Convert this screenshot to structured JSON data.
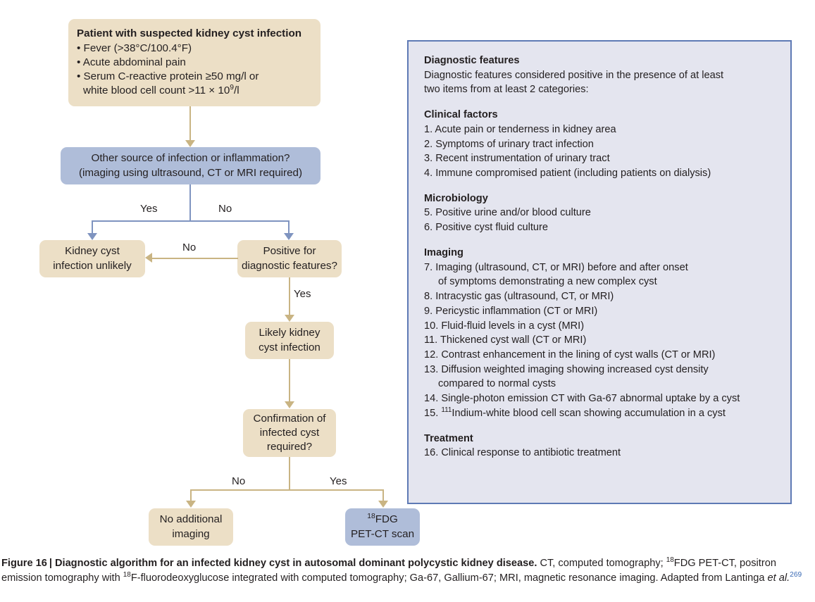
{
  "figure": {
    "label": "Figure 16",
    "separator": "|",
    "title": "Diagnostic algorithm for an infected kidney cyst in autosomal dominant polycystic kidney disease.",
    "legend_part1": " CT, computed tomography; ",
    "legend_fdg_sup": "18",
    "legend_part2": "FDG PET-CT, positron emission tomography with ",
    "legend_f_sup": "18",
    "legend_part3": "F-fluorodeoxyglucose integrated with computed tomography; Ga-67, Gallium-67; MRI, magnetic resonance imaging. Adapted from Lantinga ",
    "legend_italic": "et al.",
    "reference": "269"
  },
  "flowchart": {
    "nodes": {
      "start": {
        "type": "tan",
        "title": "Patient with suspected kidney cyst infection",
        "bullets": [
          "• Fever (>38°C/100.4°F)",
          "• Acute abdominal pain",
          "• Serum C-reactive protein ≥50 mg/l or"
        ],
        "bullet_cont": "white blood cell count >11 × 10",
        "bullet_cont_sup": "9",
        "bullet_cont_end": "/l"
      },
      "other_source": {
        "type": "blue",
        "line1": "Other source of infection or inflammation?",
        "line2": "(imaging using ultrasound, CT or MRI required)"
      },
      "unlikely": {
        "type": "tan",
        "line1": "Kidney cyst",
        "line2": "infection unlikely"
      },
      "positive_features": {
        "type": "tan",
        "line1": "Positive for",
        "line2": "diagnostic features?"
      },
      "likely": {
        "type": "tan",
        "line1": "Likely kidney",
        "line2": "cyst infection"
      },
      "confirmation": {
        "type": "tan",
        "line1": "Confirmation of",
        "line2": "infected cyst",
        "line3": "required?"
      },
      "no_imaging": {
        "type": "tan",
        "line1": "No additional",
        "line2": "imaging"
      },
      "petct": {
        "type": "blue",
        "sup": "18",
        "line1_rest": "FDG",
        "line2": "PET-CT scan"
      }
    },
    "edge_labels": {
      "other_yes": "Yes",
      "other_no": "No",
      "features_no": "No",
      "features_yes": "Yes",
      "confirm_no": "No",
      "confirm_yes": "Yes"
    }
  },
  "panel": {
    "heading": "Diagnostic features",
    "intro_line1": "Diagnostic features considered positive in the presence of at least",
    "intro_line2": "two items from at least 2 categories:",
    "sections": [
      {
        "name": "Clinical factors",
        "items": [
          "1. Acute pain or tenderness in kidney area",
          "2. Symptoms of urinary tract infection",
          "3. Recent instrumentation of urinary tract",
          "4. Immune compromised patient (including patients on dialysis)"
        ]
      },
      {
        "name": "Microbiology",
        "items": [
          "5. Positive urine and/or blood culture",
          "6. Positive cyst fluid culture"
        ]
      },
      {
        "name": "Imaging",
        "items": [
          "7. Imaging (ultrasound, CT, or MRI) before and after onset",
          "of symptoms demonstrating a new complex cyst",
          "8. Intracystic gas (ultrasound, CT, or MRI)",
          "9. Pericystic inflammation (CT or MRI)",
          "10. Fluid-fluid levels in a cyst (MRI)",
          "11. Thickened cyst wall (CT or MRI)",
          "12. Contrast enhancement in the lining of cyst walls (CT or MRI)",
          "13. Diffusion weighted imaging showing increased cyst density",
          "compared to normal cysts",
          "14. Single-photon emission CT with Ga-67 abnormal uptake by a cyst"
        ],
        "item15_prefix": "15. ",
        "item15_sup": "111",
        "item15_rest": "Indium-white blood cell scan showing accumulation in a cyst"
      },
      {
        "name": "Treatment",
        "items": [
          "16. Clinical response to antibiotic treatment"
        ]
      }
    ]
  },
  "colors": {
    "tan_fill": "#ecdfc6",
    "blue_fill": "#afbdd9",
    "tan_connector": "#c9b483",
    "blue_connector": "#7f94c0",
    "panel_fill": "#e4e5ef",
    "panel_border": "#5e7ab5",
    "reference_blue": "#3b6bb5"
  }
}
